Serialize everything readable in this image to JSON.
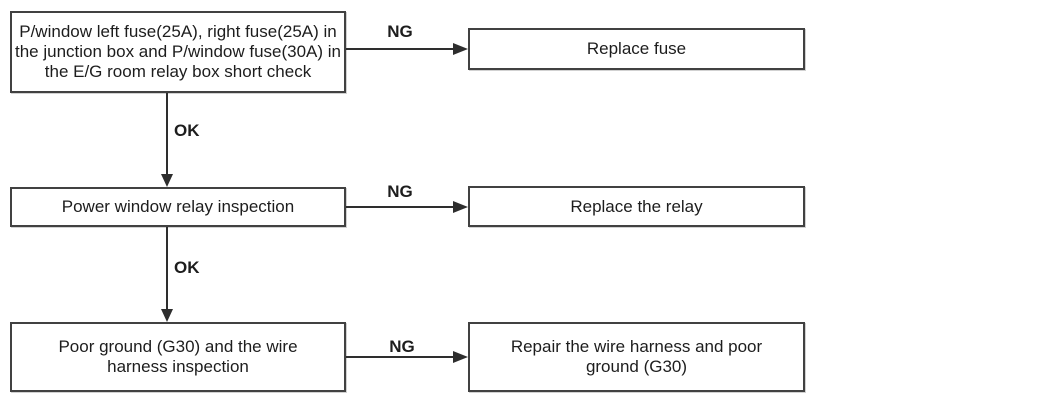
{
  "flowchart": {
    "steps": [
      {
        "text": "P/window left fuse(25A), right fuse(25A) in the junction box and P/window fuse(30A) in the E/G room relay box short check"
      },
      {
        "text": "Power window relay inspection"
      },
      {
        "text": "Poor ground (G30) and the wire harness inspection"
      }
    ],
    "remedies": [
      {
        "text": "Replace fuse"
      },
      {
        "text": "Replace the relay"
      },
      {
        "text": "Repair the wire harness and poor ground (G30)"
      }
    ],
    "connector_labels": {
      "ng_fuse": "NG",
      "ok_fuse": "OK",
      "ng_relay": "NG",
      "ok_relay": "OK",
      "ng_ground": "NG"
    },
    "colors": {
      "line": "#2e2e2e",
      "box-border": "#414141",
      "text": "#1d1d1d",
      "canvas-bg": "#ffffff"
    }
  }
}
